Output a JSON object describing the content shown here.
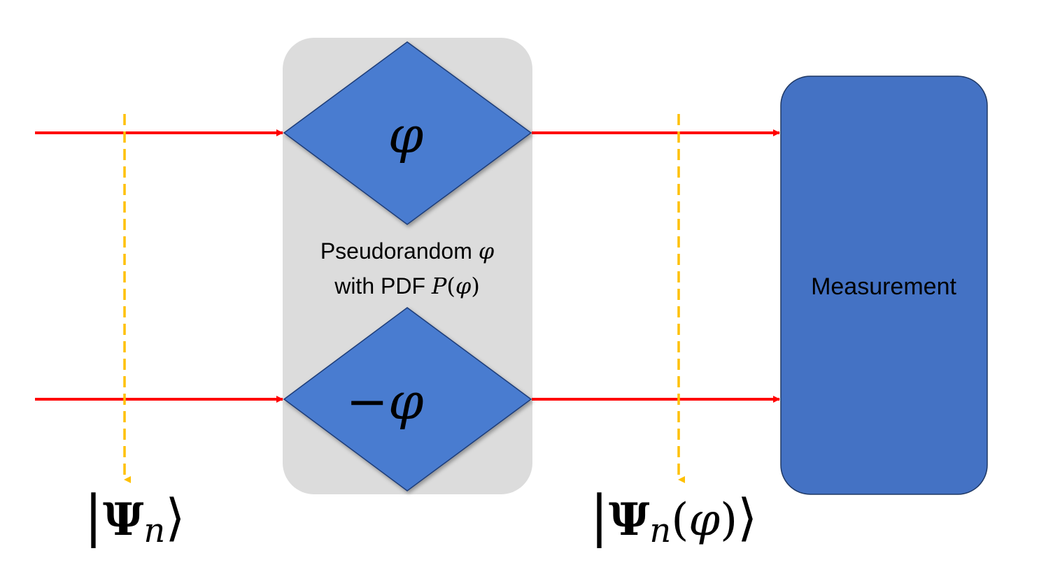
{
  "colors": {
    "beam": "#ff0000",
    "marker": "#ffc000",
    "panel": "#dcdcdc",
    "diamond": "#4a7bd0",
    "diamond_edge": "#1e3c78",
    "measurement": "#4472c4",
    "measurement_edge": "#1f3864",
    "text": "#000000"
  },
  "phase_shifters": {
    "top": {
      "symbol": "φ"
    },
    "bottom": {
      "sign": "−",
      "symbol": "φ"
    }
  },
  "panel_caption": {
    "line1_text": "Pseudorandom ",
    "line1_symbol": "φ",
    "line2_text": "with PDF ",
    "line2_func": "P",
    "line2_open": "(",
    "line2_symbol": "φ",
    "line2_close": ")"
  },
  "measurement": {
    "label": "Measurement"
  },
  "states": {
    "input": {
      "bar": "|",
      "psi": "Ψ",
      "sub": "n",
      "ket": "⟩"
    },
    "output": {
      "bar": "|",
      "psi": "Ψ",
      "sub": "n",
      "open": "(",
      "phi": "φ",
      "close": ")",
      "ket": "⟩"
    }
  }
}
